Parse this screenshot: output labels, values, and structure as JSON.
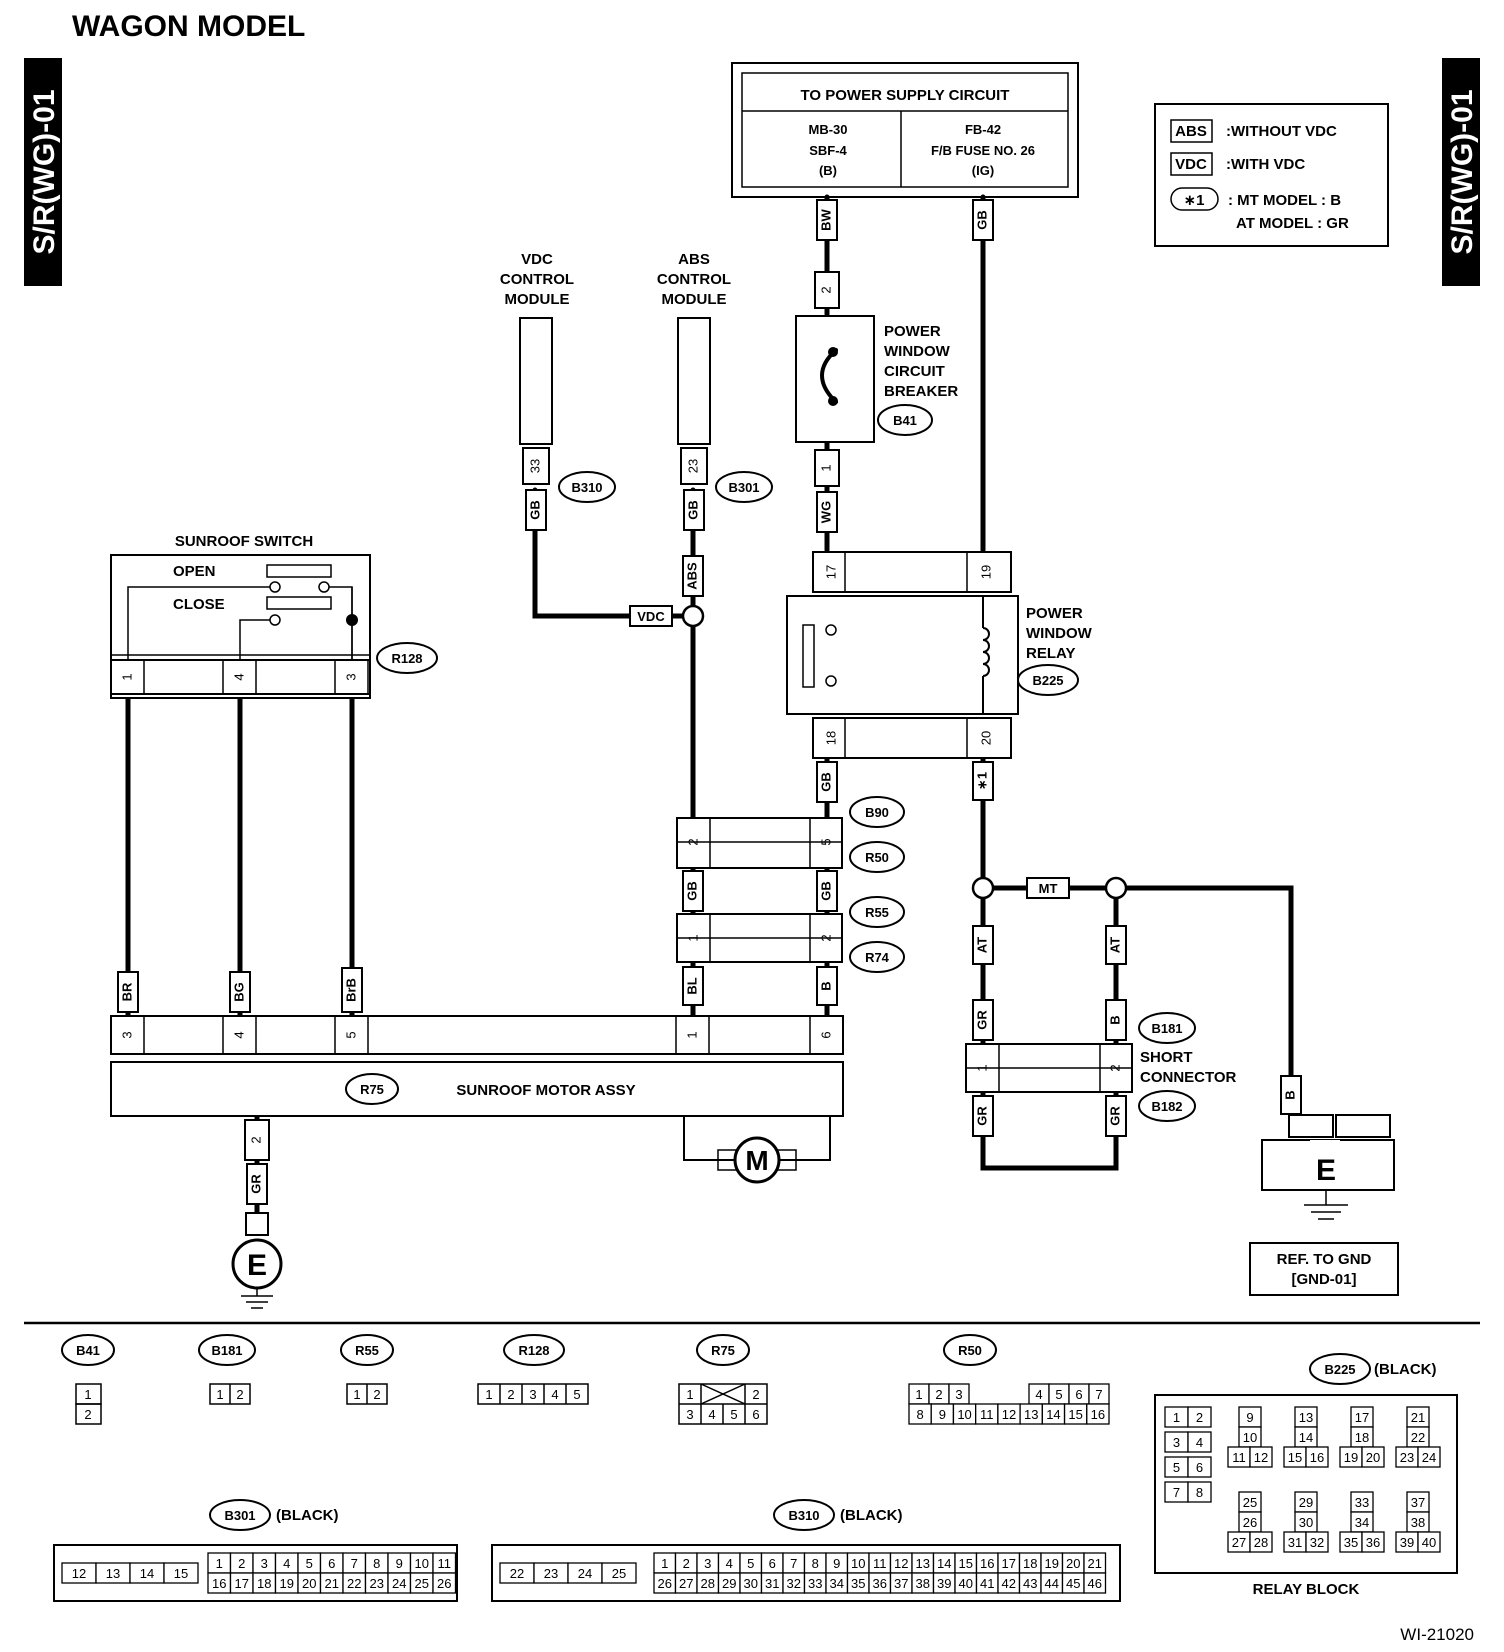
{
  "page": {
    "title": "WAGON MODEL",
    "side_tab": "S/R(WG)-01",
    "figure_id": "WI-21020"
  },
  "legend": {
    "items": [
      {
        "tag": "ABS",
        "text": ":WITHOUT VDC"
      },
      {
        "tag": "VDC",
        "text": ":WITH VDC"
      },
      {
        "tag": "∗1",
        "text": ": MT MODEL  : B"
      }
    ],
    "extra": "AT MODEL   : GR"
  },
  "power_supply": {
    "title": "TO POWER SUPPLY CIRCUIT",
    "left": [
      "MB-30",
      "SBF-4",
      "(B)"
    ],
    "right": [
      "FB-42",
      "F/B FUSE NO. 26",
      "(IG)"
    ]
  },
  "components": {
    "vdc_module": [
      "VDC",
      "CONTROL",
      "MODULE"
    ],
    "abs_module": [
      "ABS",
      "CONTROL",
      "MODULE"
    ],
    "breaker": [
      "POWER",
      "WINDOW",
      "CIRCUIT",
      "BREAKER"
    ],
    "relay": [
      "POWER",
      "WINDOW",
      "RELAY"
    ],
    "sunroof_switch": "SUNROOF SWITCH",
    "switch_open": "OPEN",
    "switch_close": "CLOSE",
    "motor_assy": "SUNROOF MOTOR ASSY",
    "motor_symbol": "M",
    "short_connector": [
      "SHORT",
      "CONNECTOR"
    ],
    "ground_symbol": "E",
    "ref_gnd": [
      "REF. TO GND",
      "[GND-01]"
    ],
    "relay_block": "RELAY BLOCK"
  },
  "tags": {
    "vdc": "VDC",
    "abs": "ABS",
    "mt": "MT",
    "at": "AT",
    "star1": "∗1"
  },
  "wire_colors": {
    "bw": "BW",
    "gb": "GB",
    "wg": "WG",
    "br": "BR",
    "bg": "BG",
    "brb": "BrB",
    "bl": "BL",
    "b": "B",
    "gr": "GR"
  },
  "connectors": {
    "b41": "B41",
    "b310": "B310",
    "b301": "B301",
    "b225": "B225",
    "r128": "R128",
    "b90": "B90",
    "r50": "R50",
    "r55": "R55",
    "r74": "R74",
    "b181": "B181",
    "b182": "B182",
    "r75": "R75",
    "black": "(BLACK)"
  },
  "pins": {
    "p1": "1",
    "p2": "2",
    "p3": "3",
    "p4": "4",
    "p5": "5",
    "p6": "6",
    "p17": "17",
    "p18": "18",
    "p19": "19",
    "p20": "20",
    "p23": "23",
    "p33": "33"
  },
  "connector_faces": {
    "b41": [
      "1",
      "2"
    ],
    "b181": [
      "1",
      "2"
    ],
    "r55": [
      "1",
      "2"
    ],
    "r128": [
      "1",
      "2",
      "3",
      "4",
      "5"
    ],
    "r75_top": [
      "1",
      "2"
    ],
    "r75_bottom": [
      "3",
      "4",
      "5",
      "6"
    ],
    "r50_top_left": [
      "1",
      "2",
      "3"
    ],
    "r50_top_right": [
      "4",
      "5",
      "6",
      "7"
    ],
    "r50_bottom": [
      "8",
      "9",
      "10",
      "11",
      "12",
      "13",
      "14",
      "15",
      "16"
    ],
    "b301_left": [
      "12",
      "13",
      "14",
      "15"
    ],
    "b301_top": [
      "1",
      "2",
      "3",
      "4",
      "5",
      "6",
      "7",
      "8",
      "9",
      "10",
      "11"
    ],
    "b301_bottom": [
      "16",
      "17",
      "18",
      "19",
      "20",
      "21",
      "22",
      "23",
      "24",
      "25",
      "26"
    ],
    "b310_left": [
      "22",
      "23",
      "24",
      "25"
    ],
    "b310_top": [
      "1",
      "2",
      "3",
      "4",
      "5",
      "6",
      "7",
      "8",
      "9",
      "10",
      "11",
      "12",
      "13",
      "14",
      "15",
      "16",
      "17",
      "18",
      "19",
      "20",
      "21"
    ],
    "b310_bottom": [
      "26",
      "27",
      "28",
      "29",
      "30",
      "31",
      "32",
      "33",
      "34",
      "35",
      "36",
      "37",
      "38",
      "39",
      "40",
      "41",
      "42",
      "43",
      "44",
      "45",
      "46"
    ],
    "b225_pairs": [
      [
        "1",
        "2"
      ],
      [
        "3",
        "4"
      ],
      [
        "5",
        "6"
      ],
      [
        "7",
        "8"
      ]
    ],
    "b225_groups": [
      [
        "9",
        "10",
        "11",
        "12"
      ],
      [
        "13",
        "14",
        "15",
        "16"
      ],
      [
        "17",
        "18",
        "19",
        "20"
      ],
      [
        "21",
        "22",
        "23",
        "24"
      ],
      [
        "25",
        "26",
        "27",
        "28"
      ],
      [
        "29",
        "30",
        "31",
        "32"
      ],
      [
        "33",
        "34",
        "35",
        "36"
      ],
      [
        "37",
        "38",
        "39",
        "40"
      ]
    ]
  }
}
